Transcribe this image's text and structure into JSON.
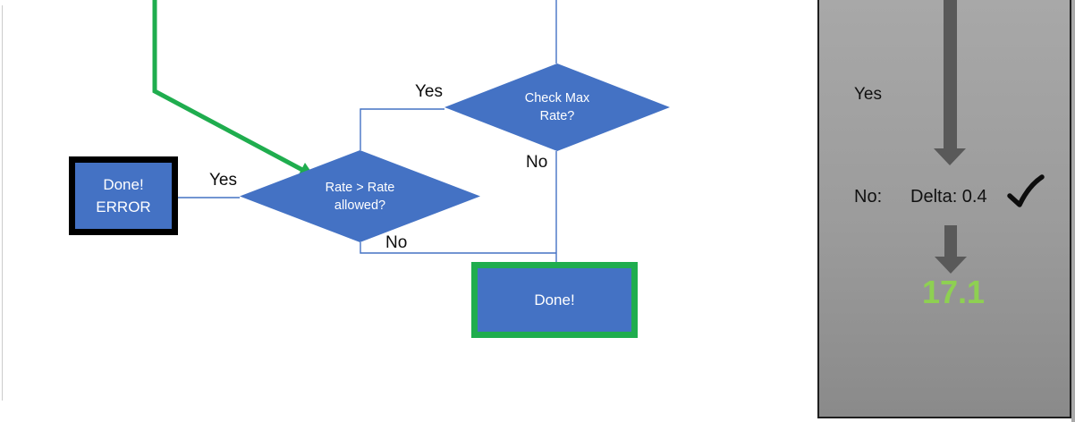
{
  "diagram": {
    "decisions": [
      {
        "id": "check-max-rate",
        "line1": "Check Max",
        "line2": "Rate?",
        "yes_label": "Yes",
        "no_label": "No"
      },
      {
        "id": "rate-allowed",
        "line1": "Rate > Rate",
        "line2": "allowed?",
        "yes_label": "Yes",
        "no_label": "No"
      }
    ],
    "terminals": [
      {
        "id": "done-error",
        "line1": "Done!",
        "line2": "ERROR"
      },
      {
        "id": "done",
        "line1": "Done!"
      }
    ]
  },
  "side_panel": {
    "yes_label": "Yes",
    "no_label": "No:",
    "delta_text": "Delta: 0.4",
    "result_value": "17.1",
    "icons": {
      "checkmark": "✓",
      "down_arrow": "↓"
    }
  },
  "colors": {
    "shape_blue": "#4472C4",
    "connector_blue": "#4472C4",
    "highlight_green": "#1FAD4E",
    "result_green": "#8ED052",
    "arrow_gray": "#595959",
    "panel_gray": "#9A9A9A"
  }
}
